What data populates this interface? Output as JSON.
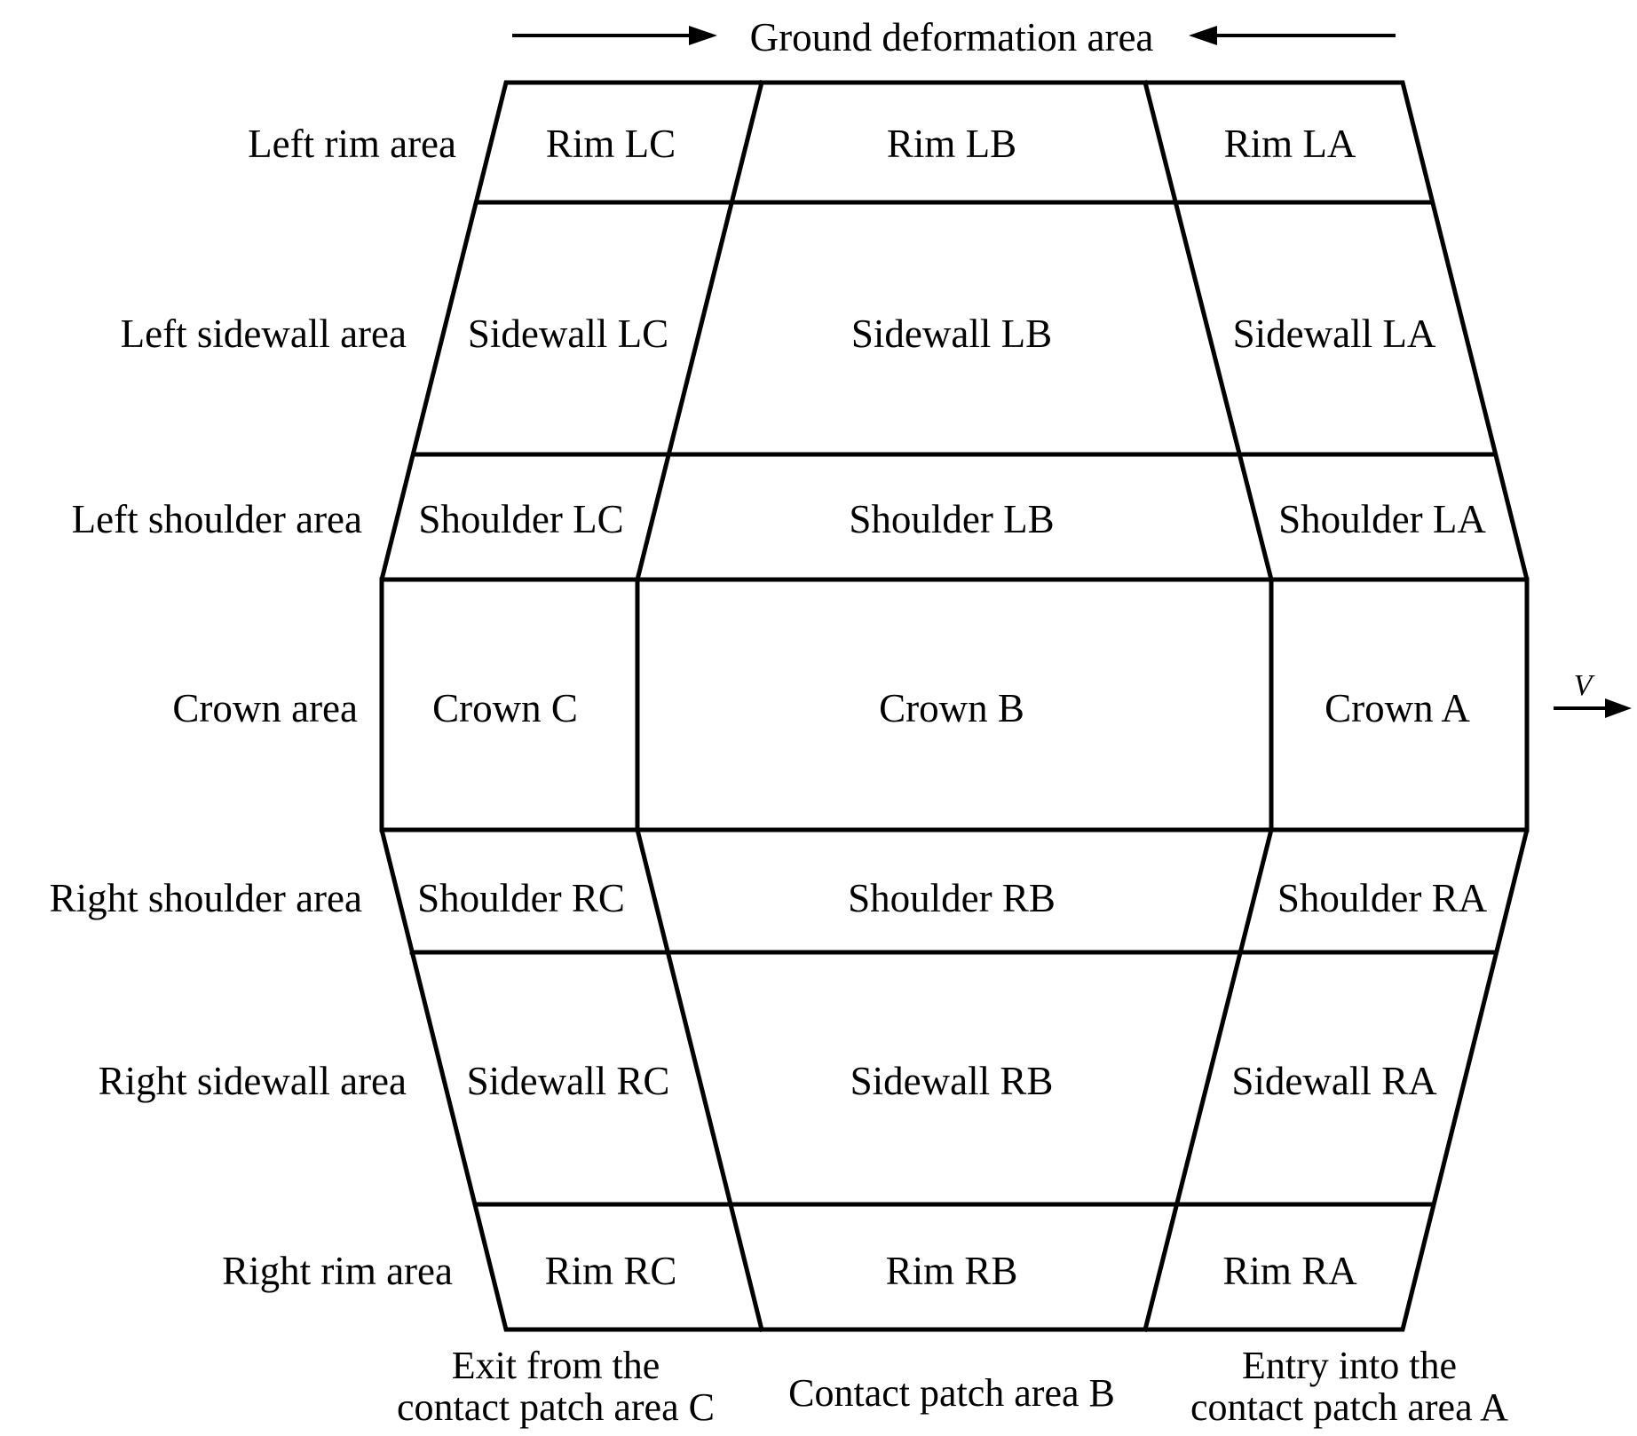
{
  "header": {
    "ground_deformation_label": "Ground deformation area"
  },
  "rows": [
    {
      "label": "Left rim area",
      "cells": [
        "Rim LC",
        "Rim LB",
        "Rim LA"
      ]
    },
    {
      "label": "Left sidewall area",
      "cells": [
        "Sidewall LC",
        "Sidewall LB",
        "Sidewall LA"
      ]
    },
    {
      "label": "Left shoulder area",
      "cells": [
        "Shoulder LC",
        "Shoulder LB",
        "Shoulder LA"
      ]
    },
    {
      "label": "Crown area",
      "cells": [
        "Crown C",
        "Crown B",
        "Crown A"
      ]
    },
    {
      "label": "Right shoulder area",
      "cells": [
        "Shoulder RC",
        "Shoulder RB",
        "Shoulder RA"
      ]
    },
    {
      "label": "Right sidewall area",
      "cells": [
        "Sidewall RC",
        "Sidewall RB",
        "Sidewall RA"
      ]
    },
    {
      "label": "Right rim area",
      "cells": [
        "Rim RC",
        "Rim RB",
        "Rim RA"
      ]
    }
  ],
  "columns": {
    "exit": {
      "line1": "Exit from the",
      "line2": "contact patch area C"
    },
    "contact": {
      "line1": "Contact patch area B"
    },
    "entry": {
      "line1": "Entry into the",
      "line2": "contact patch area A"
    }
  },
  "velocity_label": "V"
}
